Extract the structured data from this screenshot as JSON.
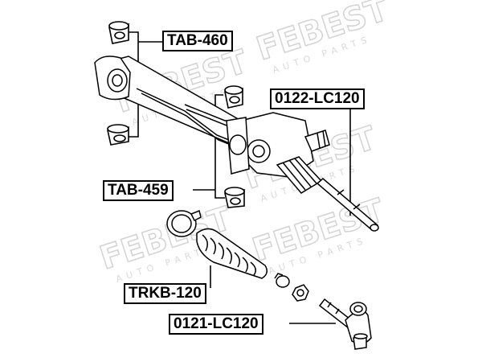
{
  "watermark": {
    "brand": "FEBEST",
    "tagline": "AUTO PARTS",
    "color": "#d6d6d6"
  },
  "labels": {
    "tab460": "TAB-460",
    "lc122": "0122-LC120",
    "tab459": "TAB-459",
    "trkb120": "TRKB-120",
    "lc121": "0121-LC120"
  },
  "colors": {
    "line": "#000000",
    "part_fill": "#ffffff"
  }
}
